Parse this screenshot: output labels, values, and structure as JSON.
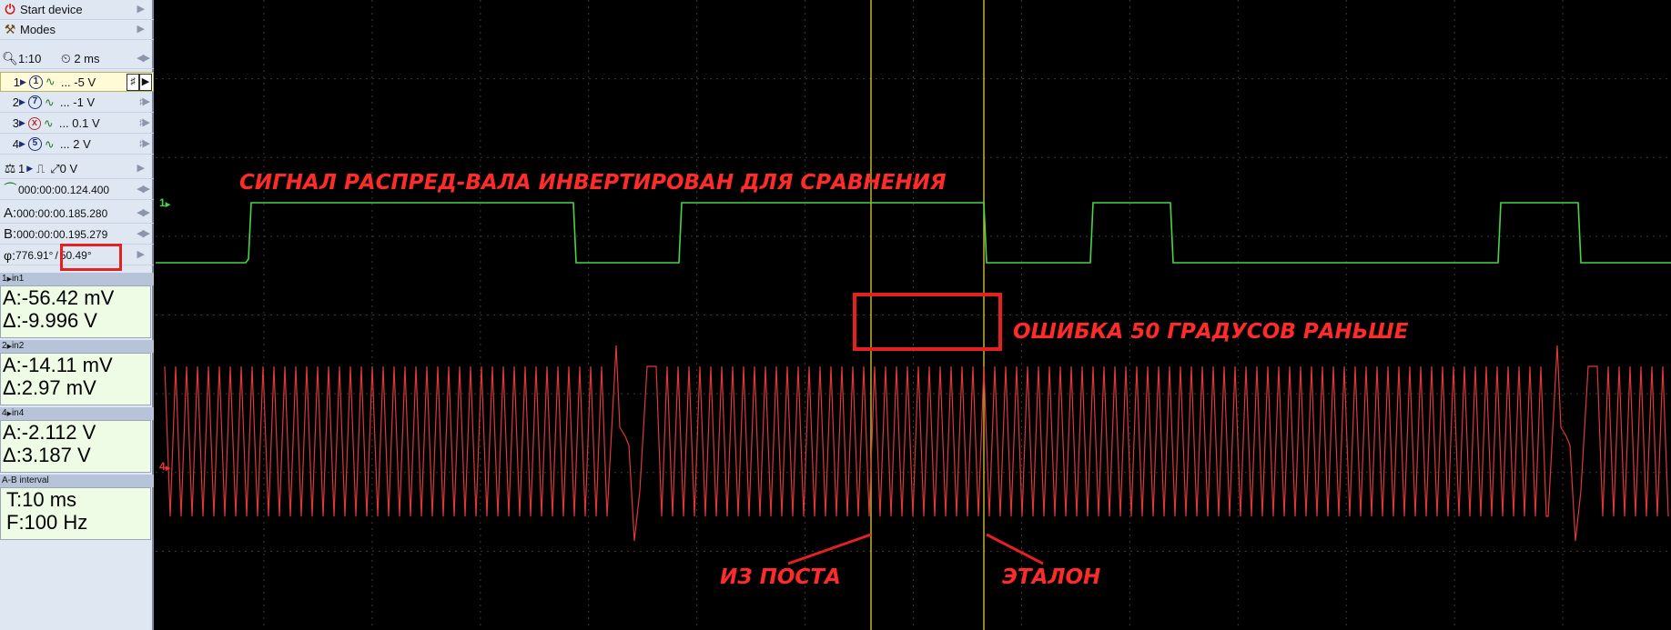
{
  "panel": {
    "start_device": "Start device",
    "modes": "Modes",
    "zoom": "1:10",
    "timebase": "2 ms",
    "channels": [
      {
        "num": "1",
        "badge": "1",
        "value": "... -5 V",
        "selected": true
      },
      {
        "num": "2",
        "badge": "7",
        "value": "... -1 V",
        "selected": false
      },
      {
        "num": "3",
        "badge": "x",
        "value": "... 0.1 V",
        "selected": false
      },
      {
        "num": "4",
        "badge": "5",
        "value": "... 2 V",
        "selected": false
      }
    ],
    "trigger": {
      "channel": "1",
      "level": "0 V"
    },
    "trigger_time": "000:00:00.124.400",
    "cursor_a": {
      "label": "A:",
      "value": "000:00:00.185.280"
    },
    "cursor_b": {
      "label": "B:",
      "value": "000:00:00.195.279"
    },
    "phase": {
      "label": "φ:",
      "value1": "776.91°",
      "sep": "/",
      "value2": "50.49°"
    },
    "measurements": [
      {
        "header": "in1",
        "num": "1",
        "line1": "A:-56.42 mV",
        "line2": "Δ:-9.996 V"
      },
      {
        "header": "in2",
        "num": "2",
        "line1": "A:-14.11 mV",
        "line2": "Δ:2.97 mV"
      },
      {
        "header": "in4",
        "num": "4",
        "line1": "A:-2.112 V",
        "line2": "Δ:3.187 V"
      }
    ],
    "interval": {
      "header": "A-B interval",
      "line1": "T:10 ms",
      "line2": "F:100 Hz"
    }
  },
  "scope": {
    "annotations": {
      "title": "СИГНАЛ РАСПРЕД-ВАЛА ИНВЕРТИРОВАН ДЛЯ СРАВНЕНИЯ",
      "error": "ОШИБКА 50 ГРАДУСОВ  РАНЬШЕ",
      "from_post": "ИЗ ПОСТА",
      "reference": "ЭТАЛОН"
    },
    "ch1_marker": "1",
    "ch4_marker": "4",
    "colors": {
      "ch1": "#46d646",
      "ch4": "#e03838",
      "cursor": "#c8b030",
      "grid": "#3a3a3a",
      "annotation": "#ff2a2a"
    }
  }
}
